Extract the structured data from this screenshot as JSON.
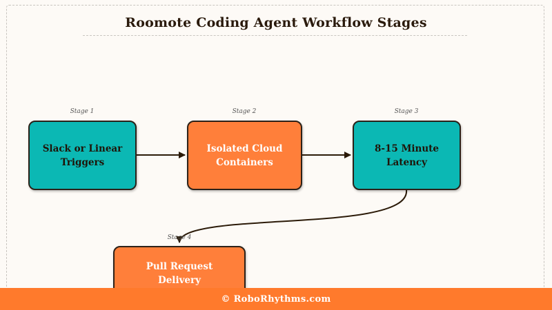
{
  "diagram": {
    "title": "Roomote Coding Agent Workflow Stages",
    "stages": [
      {
        "label": "Stage 1",
        "text": "Slack or Linear\nTriggers",
        "color": "#0bb8b4"
      },
      {
        "label": "Stage 2",
        "text": "Isolated Cloud\nContainers",
        "color": "#ff7f3a"
      },
      {
        "label": "Stage 3",
        "text": "8-15 Minute\nLatency",
        "color": "#0bb8b4"
      },
      {
        "label": "Stage 4",
        "text": "Pull Request\nDelivery",
        "color": "#ff7f3a"
      }
    ],
    "connections": [
      {
        "from": "Stage 1",
        "to": "Stage 2"
      },
      {
        "from": "Stage 2",
        "to": "Stage 3"
      },
      {
        "from": "Stage 3",
        "to": "Stage 4"
      }
    ]
  },
  "footer": {
    "text": "© RoboRhythms.com",
    "color": "#ff7a2c"
  }
}
